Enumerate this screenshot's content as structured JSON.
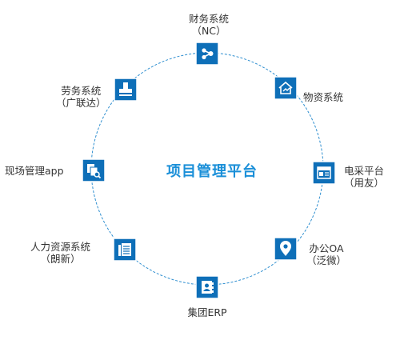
{
  "colors": {
    "node_fill": "#0e6fb8",
    "node_stroke": "#ffffff",
    "ring": "#2f8fd0",
    "center_text": "#1a8fd8",
    "label_text": "#333333"
  },
  "center": {
    "title": "项目管理平台"
  },
  "nodes": [
    {
      "id": "finance",
      "icon": "share-nodes-icon",
      "lines": [
        "财务系统",
        "（NC）"
      ]
    },
    {
      "id": "material",
      "icon": "home-chart-icon",
      "lines": [
        "物资系统"
      ]
    },
    {
      "id": "procure",
      "icon": "news-icon",
      "lines": [
        "电采平台",
        "（用友）"
      ]
    },
    {
      "id": "office",
      "icon": "location-pin-icon",
      "lines": [
        "办公OA",
        "（泛微）"
      ]
    },
    {
      "id": "erp",
      "icon": "contact-book-icon",
      "lines": [
        "集团ERP"
      ]
    },
    {
      "id": "hr",
      "icon": "document-list-icon",
      "lines": [
        "人力资源系统",
        "（朗新）"
      ]
    },
    {
      "id": "site",
      "icon": "search-document-icon",
      "lines": [
        "现场管理app"
      ]
    },
    {
      "id": "labor",
      "icon": "stamp-icon",
      "lines": [
        "劳务系统",
        "（广联达）"
      ]
    }
  ]
}
